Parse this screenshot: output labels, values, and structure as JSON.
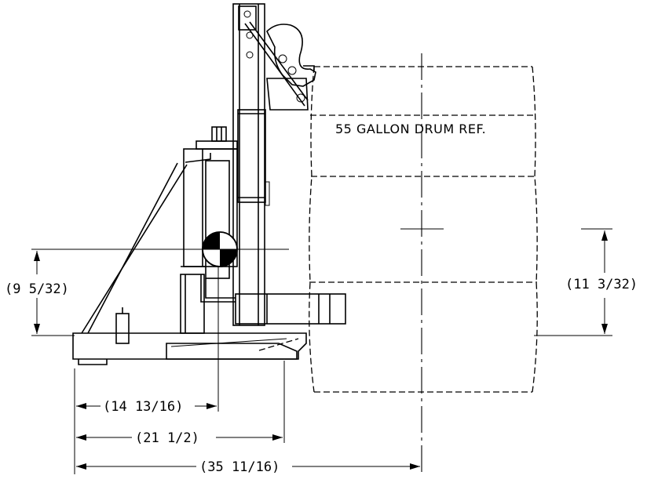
{
  "drum": {
    "label": "55 GALLON DRUM REF."
  },
  "dimensions": {
    "left_height": "(9 5/32)",
    "right_height": "(11 3/32)",
    "dim1": "(14 13/16)",
    "dim2": "(21 1/2)",
    "dim3": "(35 11/16)"
  }
}
